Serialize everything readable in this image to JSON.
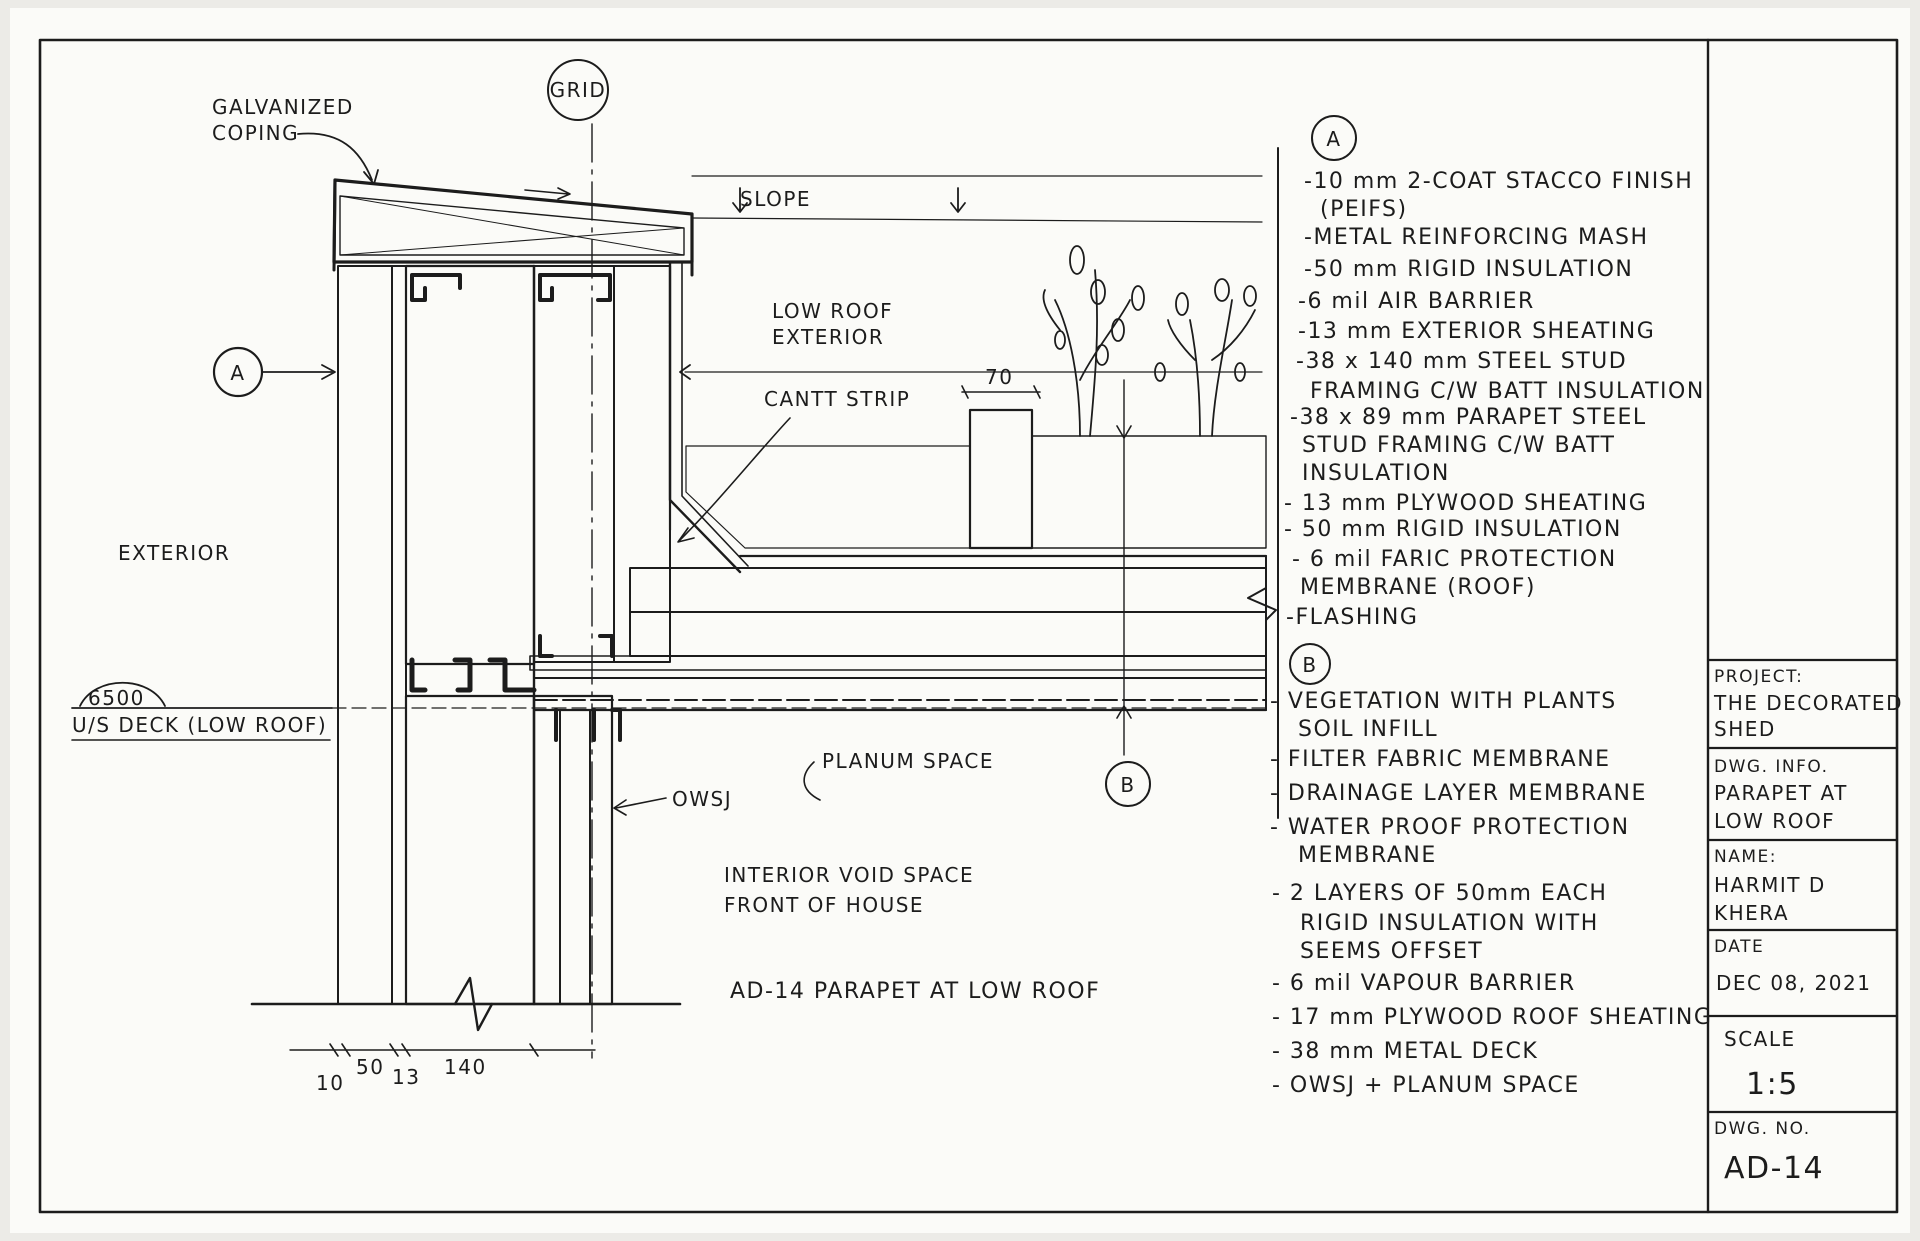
{
  "labels": {
    "galvanized": "GALVANIZED",
    "coping": "COPING",
    "grid": "GRID",
    "slope": "SLOPE",
    "low_roof_1": "LOW ROOF",
    "low_roof_2": "EXTERIOR",
    "cant_strip": "CANTT STRIP",
    "dim_70": "70",
    "exterior": "EXTERIOR",
    "section_a": "A",
    "section_b": "B",
    "elevation": "6500",
    "deck": "U/S DECK (LOW ROOF)",
    "planum": "PLANUM SPACE",
    "owsj": "OWSJ",
    "interior_1": "INTERIOR VOID SPACE",
    "interior_2": "FRONT OF HOUSE",
    "drawing_title": "AD-14 PARAPET AT LOW ROOF",
    "dim_10": "10",
    "dim_50": "50",
    "dim_13": "13",
    "dim_140": "140"
  },
  "notes_a": [
    "-10 mm 2-COAT STACCO FINISH",
    "(PEIFS)",
    "-METAL REINFORCING MASH",
    "-50 mm RIGID INSULATION",
    "-6 mil AIR BARRIER",
    "-13 mm EXTERIOR SHEATING",
    "-38 x 140 mm STEEL STUD",
    "FRAMING C/W BATT INSULATION",
    "-38 x 89 mm PARAPET STEEL",
    "STUD FRAMING C/W BATT",
    "INSULATION",
    "- 13 mm PLYWOOD SHEATING",
    "- 50 mm RIGID INSULATION",
    "- 6 mil FARIC PROTECTION",
    "MEMBRANE (ROOF)",
    "-FLASHING"
  ],
  "notes_b": [
    "- VEGETATION WITH PLANTS",
    "SOIL INFILL",
    "- FILTER FABRIC MEMBRANE",
    "- DRAINAGE LAYER MEMBRANE",
    "- WATER PROOF PROTECTION",
    "MEMBRANE",
    "- 2 LAYERS OF 50mm EACH",
    "RIGID INSULATION WITH",
    "SEEMS OFFSET",
    "- 6 mil VAPOUR BARRIER",
    "- 17 mm PLYWOOD ROOF SHEATING",
    "- 38 mm METAL DECK",
    "- OWSJ + PLANUM SPACE"
  ],
  "title_block": {
    "project_label": "PROJECT:",
    "project_1": "THE DECORATED",
    "project_2": "SHED",
    "dwg_info_label": "DWG. INFO.",
    "dwg_info_1": "PARAPET AT",
    "dwg_info_2": "LOW ROOF",
    "name_label": "NAME:",
    "name_1": "HARMIT D",
    "name_2": "KHERA",
    "date_label": "DATE",
    "date": "DEC 08, 2021",
    "scale_label": "SCALE",
    "scale": "1:5",
    "dwg_no_label": "DWG. NO.",
    "dwg_no": "AD-14"
  },
  "colors": {
    "paper": "#fbfbf8",
    "ink": "#1c1c1c",
    "background": "#ecebe7"
  }
}
